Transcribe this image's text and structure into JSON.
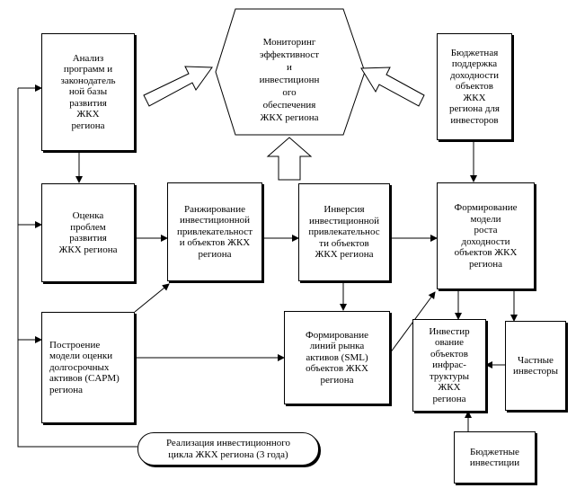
{
  "hexagon": {
    "text": "Мониторинг\nэффективност\nи\nинвестиционн\nого\nобеспечения\nЖКХ региона"
  },
  "boxes": {
    "analysis": "Анализ\nпрограмм и\nзаконодатель\nной базы\nразвития\nЖКХ\nрегиона",
    "budget_support": "Бюджетная\nподдержка\nдоходности\nобъектов\nЖКХ\nрегиона для\nинвесторов",
    "assessment": "Оценка\nпроблем\nразвития\nЖКХ региона",
    "ranking": "Ранжирование\nинвестиционной\nпривлекательност\nи объектов ЖКХ\nрегиона",
    "inversion": "Инверсия\nинвестиционной\nпривлекательнос\nти объектов\nЖКХ региона",
    "profit_model": "Формирование\nмодели\nроста\nдоходности\nобъектов ЖКХ\nрегиона",
    "capm": "Построение\nмодели оценки\nдолгосрочных\nактивов (CAPM)\nрегиона",
    "sml": "Формирование\nлиний рынка\nактивов (SML)\nобъектов ЖКХ\nрегиона",
    "infra_investment": "Инвестир\nование\nобъектов\nинфрас-\nтруктуры\nЖКХ\nрегиона",
    "private_investors": "Частные\nинвесторы",
    "budget_investments": "Бюджетные\nинвестиции"
  },
  "cycle": {
    "text": "Реализация инвестиционного\nцикла ЖКХ региона (3 года)"
  },
  "colors": {
    "stroke": "#000000",
    "background": "#ffffff",
    "shadow": "#000000"
  }
}
